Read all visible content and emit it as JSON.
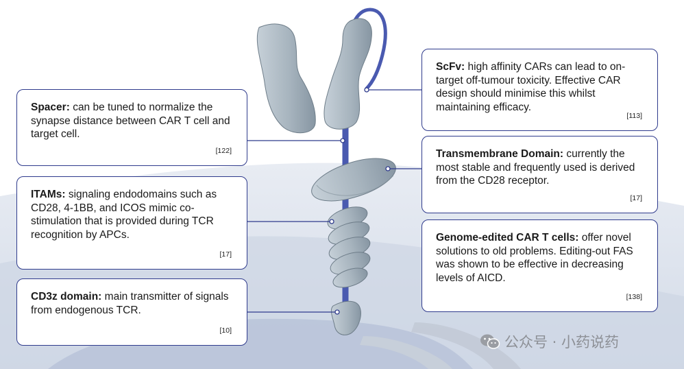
{
  "boxes": [
    {
      "id": "spacer",
      "title": "Spacer:",
      "body": "can be tuned to normalize the synapse distance between CAR T cell and target cell.",
      "ref": "[122]"
    },
    {
      "id": "itams",
      "title": "ITAMs:",
      "body": "signaling endodomains such as CD28, 4-1BB, and ICOS mimic co-stimulation that is provided during TCR recognition by APCs.",
      "ref": "[17]"
    },
    {
      "id": "cd3z",
      "title": "CD3z domain:",
      "body": "main transmitter of signals from endogenous TCR.",
      "ref": "[10]"
    },
    {
      "id": "scfv",
      "title": "ScFv:",
      "body": "high affinity CARs can lead to on-target off-tumour toxicity. Effective CAR design should minimise this whilst maintaining efficacy.",
      "ref": "[113]"
    },
    {
      "id": "tm",
      "title": "Transmembrane Domain:",
      "body": "currently the most stable and frequently used is derived from the CD28 receptor.",
      "ref": "[17]"
    },
    {
      "id": "genome",
      "title": "Genome-edited CAR T cells:",
      "body": " offer novel solutions to old problems. Editing-out FAS was shown to be effective in decreasing levels of AICD.",
      "ref": "[138]"
    }
  ],
  "watermark": {
    "text": "公众号 · 小药说药",
    "icon": "wechat-icon"
  },
  "colors": {
    "border": "#2e3a8c",
    "stalk": "#4a5ab0",
    "domain_fill": "#a9b6c0",
    "membrane": "#e1e6ef"
  }
}
